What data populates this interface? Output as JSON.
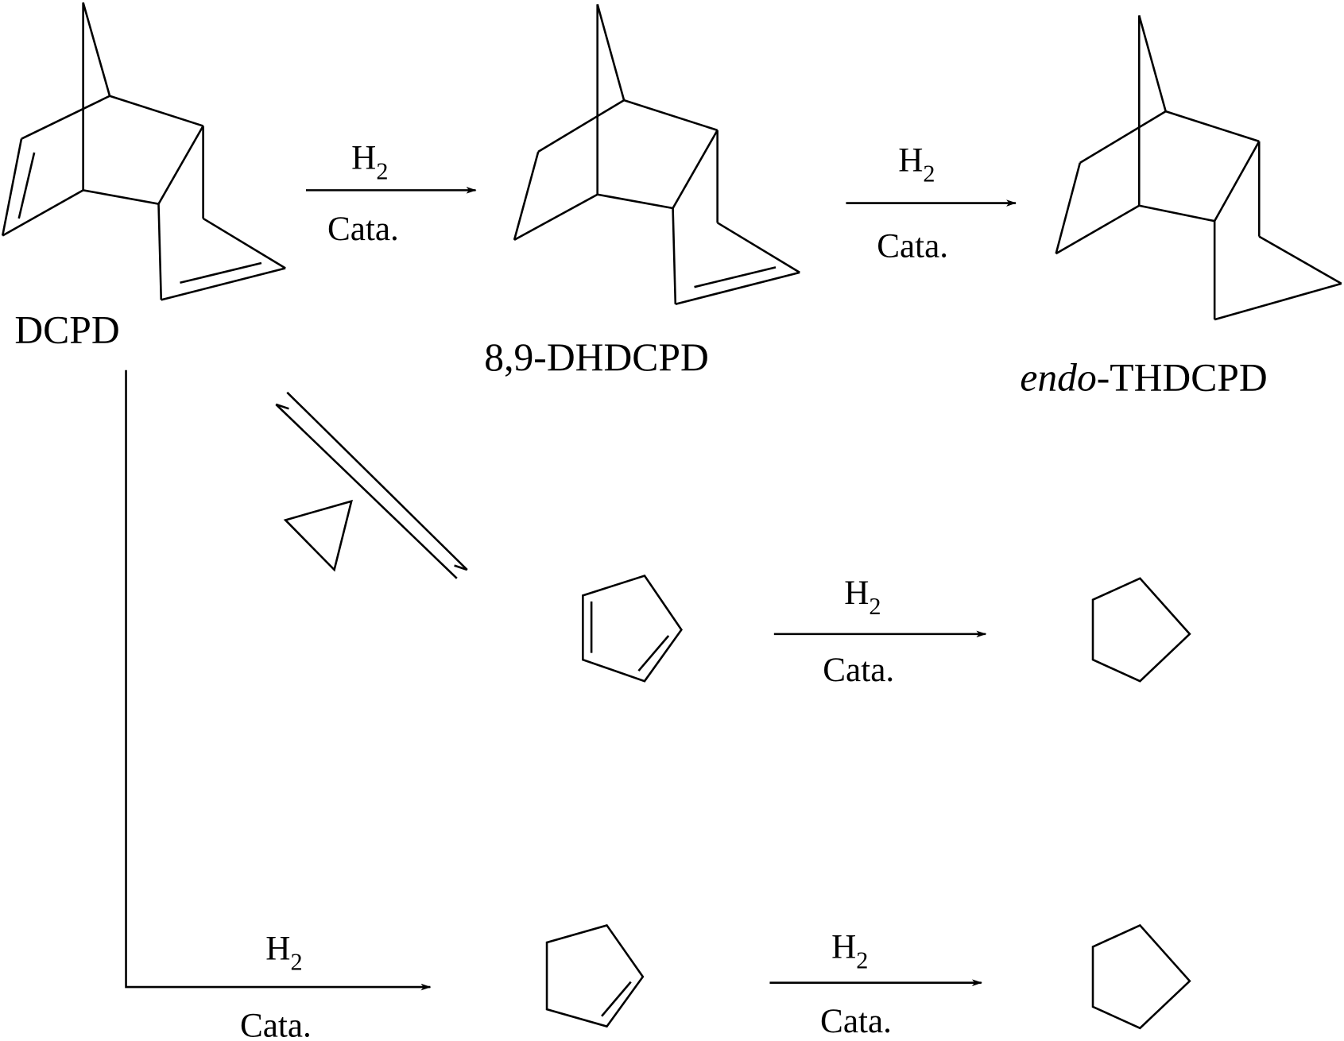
{
  "compounds": {
    "dcpd": "DCPD",
    "dhdcpd": "8,9-DHDCPD",
    "thdcpd_prefix": "endo",
    "thdcpd_suffix": "-THDCPD"
  },
  "reagent": {
    "h": "H",
    "sub": "2",
    "catalyst": "Cata."
  },
  "heat_symbol": "delta-triangle"
}
